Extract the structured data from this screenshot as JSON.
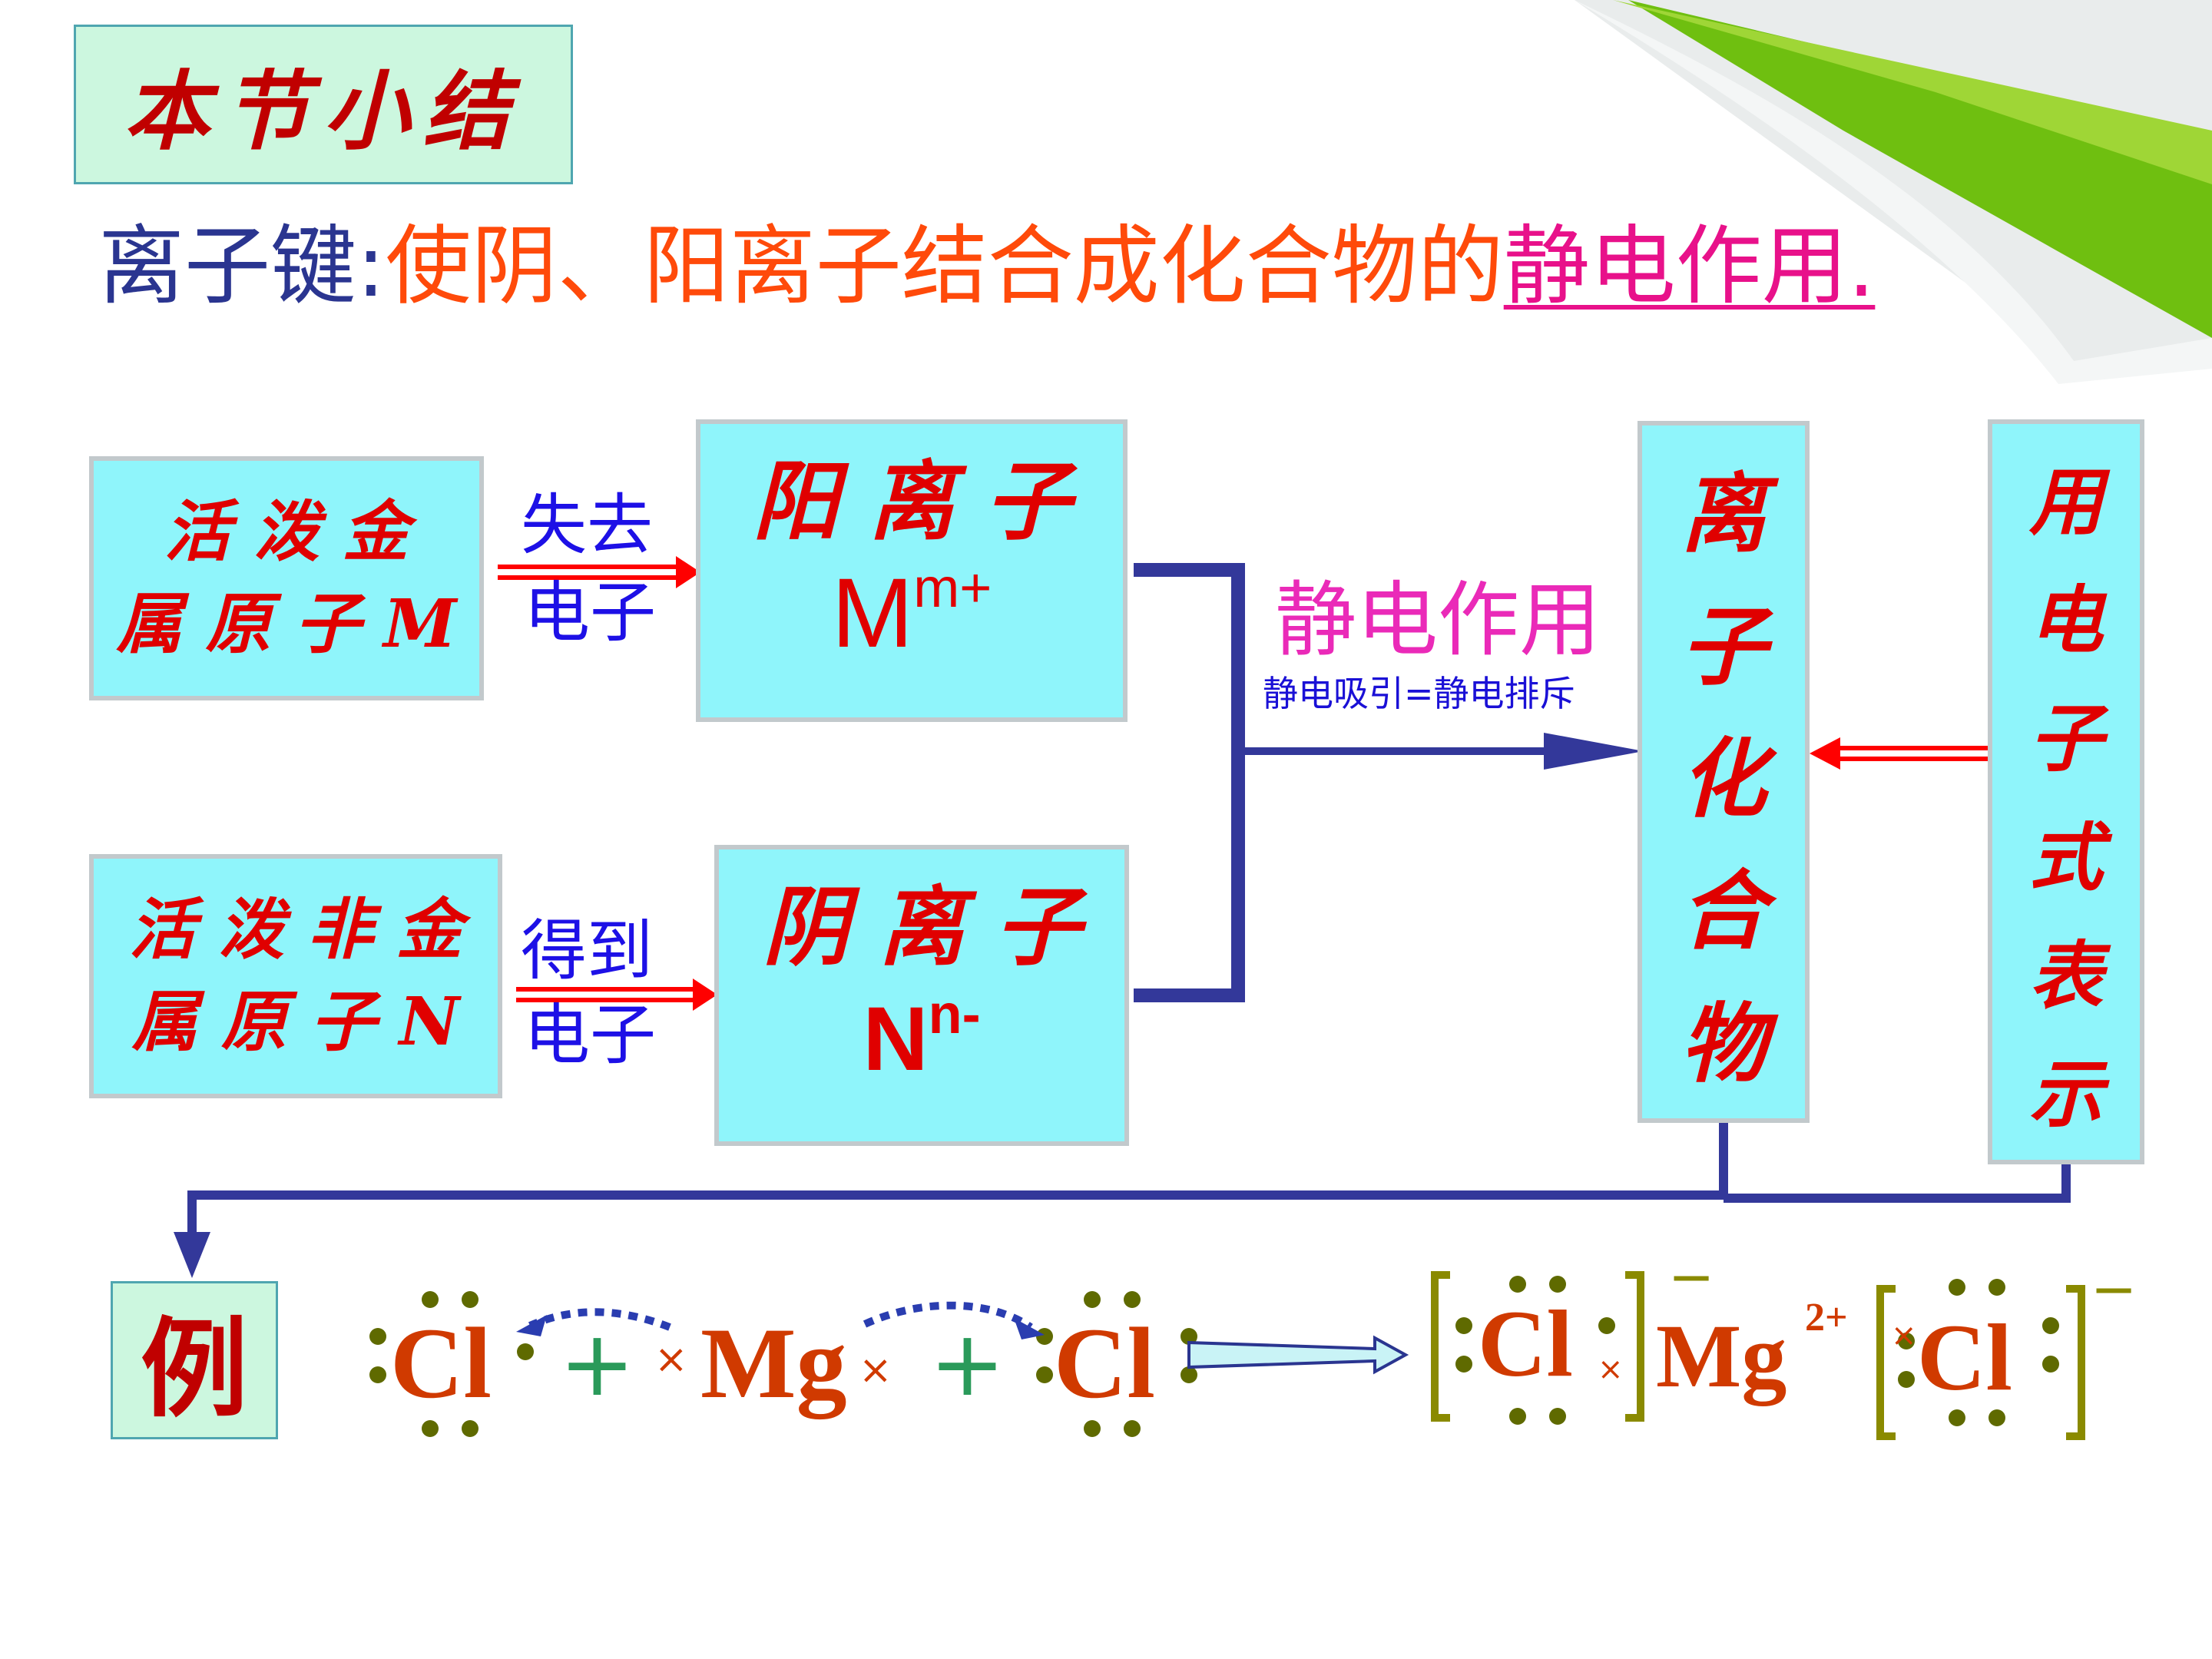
{
  "title": "本节小结",
  "definition": {
    "term": "离子键:",
    "body": "使阴、阳离子结合成化合物的",
    "key": "静电作用."
  },
  "boxes": {
    "active_metal": [
      "活 泼 金",
      "属 原 子 M"
    ],
    "active_nonmetal": [
      "活 泼 非 金",
      "属 原 子 N"
    ],
    "cation": {
      "name": "阳 离 子",
      "symbol": "M",
      "charge": "m+"
    },
    "anion": {
      "name": "阴 离 子",
      "symbol": "N",
      "charge": "n-"
    },
    "ionic_compound": [
      "离",
      "子",
      "化",
      "合",
      "物"
    ],
    "electron_formula": [
      "用",
      "电",
      "子",
      "式",
      "表",
      "示"
    ]
  },
  "arrows": {
    "lose_electrons": [
      "失去",
      "电子"
    ],
    "gain_electrons": [
      "得到",
      "电子"
    ],
    "electrostatic": "静电作用",
    "electrostatic_note": "静电吸引=静电排斥"
  },
  "example": {
    "label": "例",
    "cl": "Cl",
    "mg": "Mg",
    "plus": "+",
    "x_mark": "×",
    "mg_charge": "2+",
    "minus": "−"
  },
  "colors": {
    "box_fill": "#8ff5fb",
    "connector": "#33389a",
    "red_arrow": "#ff0000",
    "element_text": "#d03a00",
    "dots": "#5f6a00",
    "plus": "#2a9a5a",
    "bracket": "#8a8a00"
  }
}
